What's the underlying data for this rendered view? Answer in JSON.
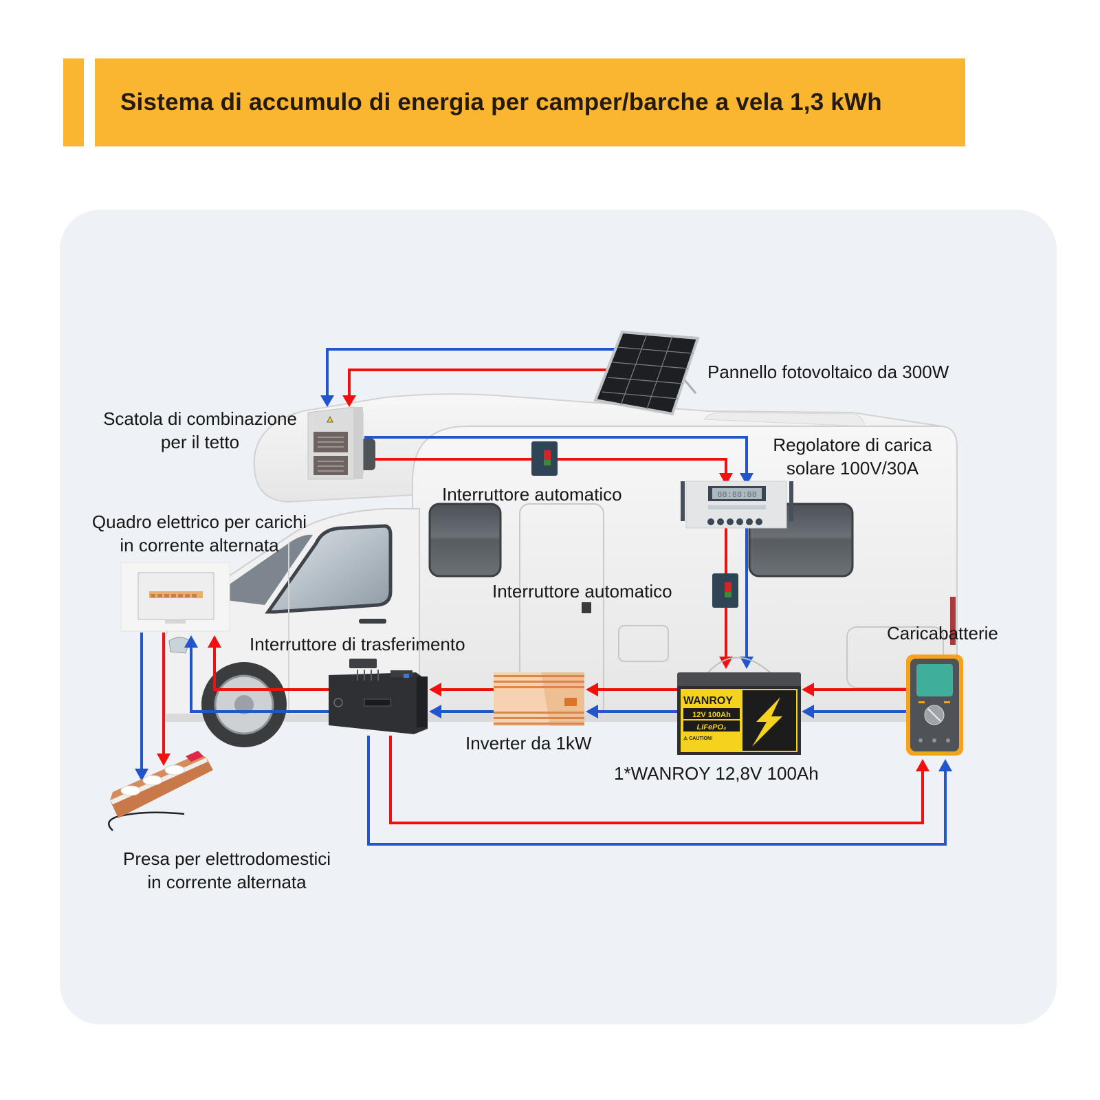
{
  "header": {
    "title": "Sistema di accumulo di energia per camper/barche a vela 1,3 kWh"
  },
  "labels": {
    "solar_panel": "Pannello fotovoltaico da 300W",
    "combiner_box_line1": "Scatola di combinazione",
    "combiner_box_line2": "per il tetto",
    "charge_controller_line1": "Regolatore di carica",
    "charge_controller_line2": "solare 100V/30A",
    "breaker_top": "Interruttore automatico",
    "breaker_mid": "Interruttore automatico",
    "ac_panel_line1": "Quadro elettrico per carichi",
    "ac_panel_line2": "in corrente alternata",
    "transfer_switch": "Interruttore di trasferimento",
    "inverter": "Inverter da 1kW",
    "battery": "1*WANROY 12,8V 100Ah",
    "charger": "Caricabatterie",
    "outlet_line1": "Presa per elettrodomestici",
    "outlet_line2": "in corrente alternata"
  },
  "battery_device": {
    "brand": "WANROY",
    "rating": "12V 100Ah",
    "chemistry": "LiFePO₄",
    "caution": "⚠ CAUTION!"
  },
  "controller_display": "88:88:88",
  "colors": {
    "banner": "#fbb631",
    "positive_wire": "#f01010",
    "negative_wire": "#2255cc",
    "panel_bg": "#eef2f6",
    "battery_yellow": "#f5d21e",
    "charger_orange": "#f7a21b",
    "charger_screen": "#3fae9a",
    "inverter_peach": "#f4c59c"
  }
}
